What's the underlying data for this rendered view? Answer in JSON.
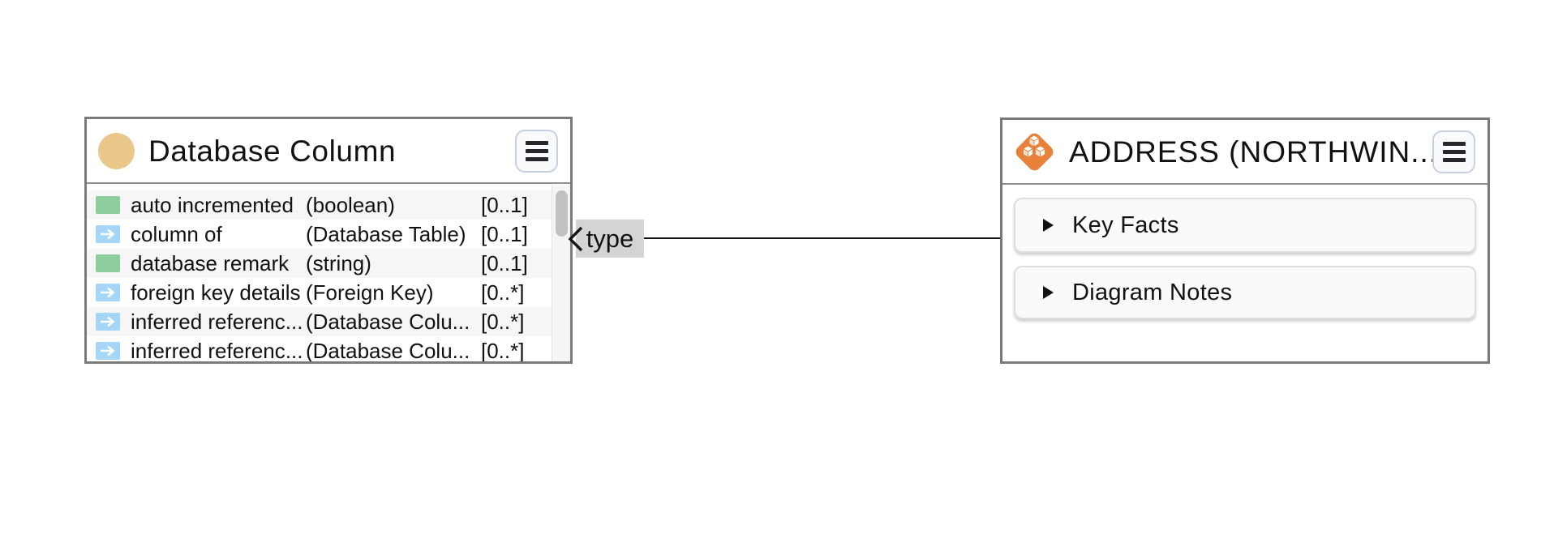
{
  "colors": {
    "node_border": "#7a7a7a",
    "class_circle_icon": "#eac88c",
    "attribute_icon": "#8ecd9d",
    "relation_icon": "#a6d6f7",
    "entity_diamond_icon": "#e8823b",
    "edge_label_bg": "#d4d4d4",
    "row_stripe": "#f6f6f6"
  },
  "edge": {
    "label": "type",
    "arrow": "chevron-left"
  },
  "left_node": {
    "title": "Database Column",
    "icon": "class-circle-icon",
    "menu_icon": "hamburger-icon",
    "rows": [
      {
        "icon": "attribute-icon",
        "label": "auto incremented",
        "type": "(boolean)",
        "cardinality": "[0..1]"
      },
      {
        "icon": "relation-arrow-icon",
        "label": "column of",
        "type": "(Database Table)",
        "cardinality": "[0..1]"
      },
      {
        "icon": "attribute-icon",
        "label": "database remark",
        "type": "(string)",
        "cardinality": "[0..1]"
      },
      {
        "icon": "relation-arrow-icon",
        "label": "foreign key details",
        "type": "(Foreign Key)",
        "cardinality": "[0..*]"
      },
      {
        "icon": "relation-arrow-icon",
        "label": "inferred referenc...",
        "type": "(Database Colu...",
        "cardinality": "[0..*]"
      },
      {
        "icon": "relation-arrow-icon",
        "label": "inferred referenc...",
        "type": "(Database Colu...",
        "cardinality": "[0..*]"
      }
    ]
  },
  "right_node": {
    "title": "ADDRESS (NORTHWIN...",
    "icon": "cubes-diamond-icon",
    "menu_icon": "hamburger-icon",
    "sections": [
      {
        "label": "Key Facts",
        "state": "collapsed"
      },
      {
        "label": "Diagram Notes",
        "state": "collapsed"
      }
    ]
  }
}
